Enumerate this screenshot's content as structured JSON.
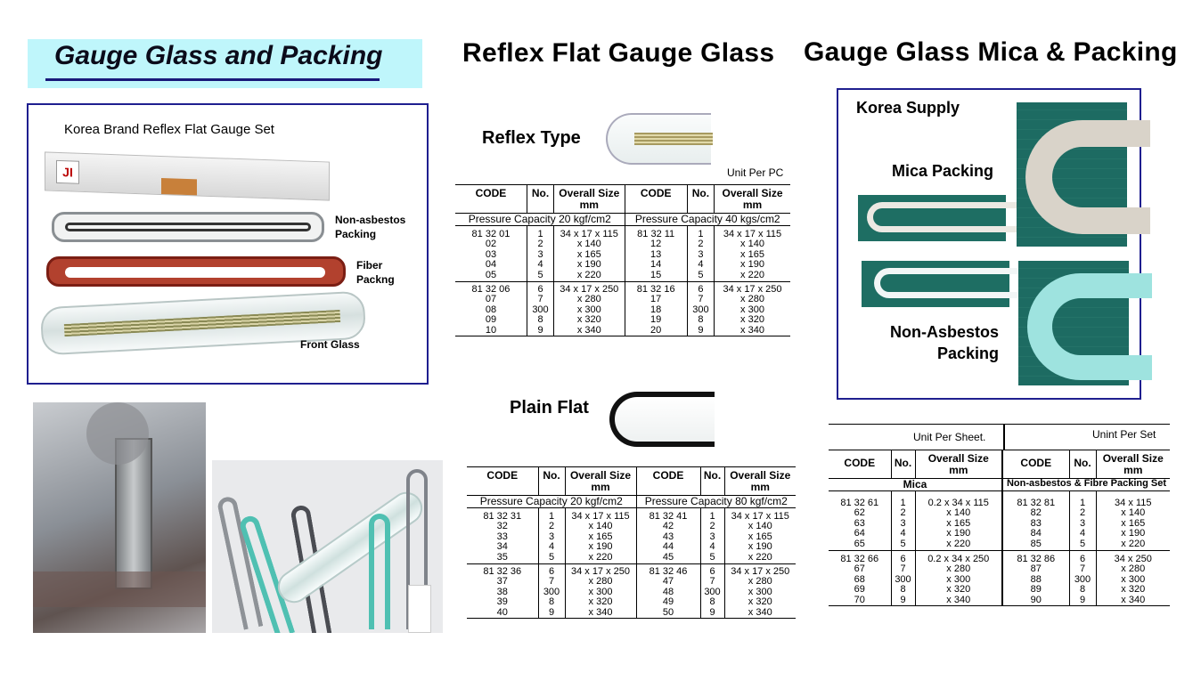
{
  "header": {
    "banner_title": "Gauge Glass and Packing",
    "section_reflex": "Reflex Flat Gauge Glass",
    "section_mica": "Gauge Glass Mica & Packing"
  },
  "korea_set": {
    "title": "Korea Brand Reflex Flat Gauge Set",
    "box_logo": "JI",
    "label_non_asbestos": "Non-asbestos\nPacking",
    "label_fiber": "Fiber\nPackng",
    "label_front": "Front Glass"
  },
  "reflex": {
    "title": "Reflex Type",
    "unit": "Unit Per PC",
    "headers": [
      "CODE",
      "No.",
      "Overall Size\nmm"
    ],
    "pressure_left": "Pressure Capacity 20 kgf/cm2",
    "pressure_right": "Pressure Capacity 40 kgs/cm2",
    "left_groups": [
      {
        "codes": "81 32 01\n02\n03\n04\n05",
        "nos": "1\n2\n3\n4\n5",
        "sizes": "34 x 17 x 115\nx 140\nx 165\nx 190\nx 220"
      },
      {
        "codes": "81 32 06\n07\n08\n09\n10",
        "nos": "6\n7\n300\n8\n9",
        "sizes": "34 x 17 x 250\nx 280\nx 300\nx 320\nx 340"
      }
    ],
    "right_groups": [
      {
        "codes": "81 32 11\n12\n13\n14\n15",
        "nos": "1\n2\n3\n4\n5",
        "sizes": "34 x 17 x 115\nx 140\nx 165\nx 190\nx 220"
      },
      {
        "codes": "81 32 16\n17\n18\n19\n20",
        "nos": "6\n7\n300\n8\n9",
        "sizes": "34 x 17 x 250\nx 280\nx 300\nx 320\nx 340"
      }
    ]
  },
  "plain": {
    "title": "Plain Flat",
    "headers": [
      "CODE",
      "No.",
      "Overall Size\nmm"
    ],
    "pressure_left": "Pressure Capacity 20 kgf/cm2",
    "pressure_right": "Pressure Capacity 80 kgf/cm2",
    "left_groups": [
      {
        "codes": "81 32 31\n32\n33\n34\n35",
        "nos": "1\n2\n3\n4\n5",
        "sizes": "34 x 17 x 115\nx 140\nx 165\nx 190\nx 220"
      },
      {
        "codes": "81 32 36\n37\n38\n39\n40",
        "nos": "6\n7\n300\n8\n9",
        "sizes": "34 x 17 x 250\nx 280\nx 300\nx 320\nx 340"
      }
    ],
    "right_groups": [
      {
        "codes": "81 32 41\n42\n43\n44\n45",
        "nos": "1\n2\n3\n4\n5",
        "sizes": "34 x 17 x 115\nx 140\nx 165\nx 190\nx 220"
      },
      {
        "codes": "81 32 46\n47\n48\n49\n50",
        "nos": "6\n7\n300\n8\n9",
        "sizes": "34 x 17 x 250\nx 280\nx 300\nx 320\nx 340"
      }
    ]
  },
  "supply": {
    "title": "Korea Supply",
    "mica_label": "Mica Packing",
    "non_asbestos_label": "Non-Asbestos\nPacking"
  },
  "mica_table": {
    "unit_left": "Unit Per Sheet.",
    "unit_right": "Unint Per Set",
    "headers": [
      "CODE",
      "No.",
      "Overall Size\nmm"
    ],
    "cat_left": "Mica",
    "cat_right": "Non-asbestos & Fibre Packing Set",
    "left_groups": [
      {
        "codes": "81 32 61\n62\n63\n64\n65",
        "nos": "1\n2\n3\n4\n5",
        "sizes": "0.2 x 34 x 115\nx 140\nx 165\nx 190\nx 220"
      },
      {
        "codes": "81 32 66\n67\n68\n69\n70",
        "nos": "6\n7\n300\n8\n9",
        "sizes": "0.2 x 34 x 250\nx 280\nx 300\nx 320\nx 340"
      }
    ],
    "right_groups": [
      {
        "codes": "81 32 81\n82\n83\n84\n85",
        "nos": "1\n2\n3\n4\n5",
        "sizes": "34 x 115\nx 140\nx 165\nx 190\nx 220"
      },
      {
        "codes": "81 32 86\n87\n88\n89\n90",
        "nos": "6\n7\n300\n8\n9",
        "sizes": "34 x 250\nx 280\nx 300\nx 320\nx 340"
      }
    ]
  }
}
